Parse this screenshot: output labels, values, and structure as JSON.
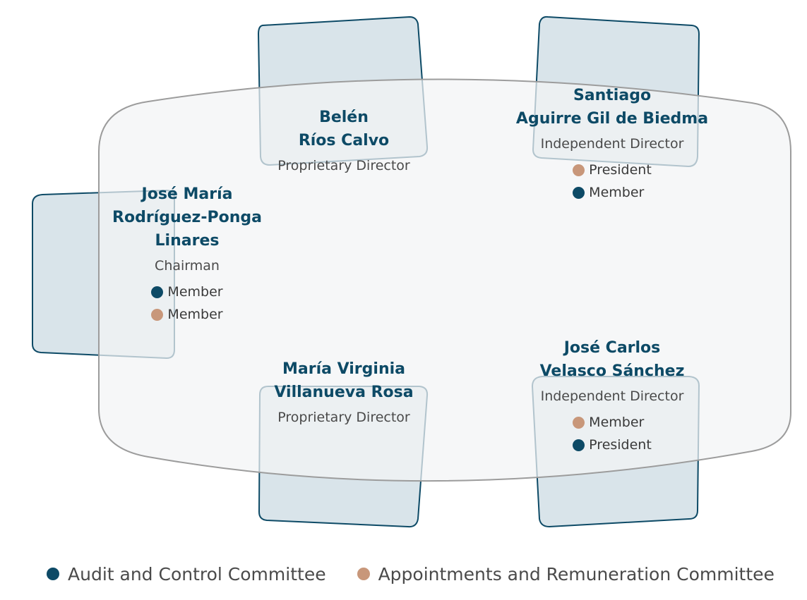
{
  "colors": {
    "audit": "#0d4a66",
    "appointments": "#c8977a",
    "chair_fill": "#d9e4ea",
    "chair_stroke": "#0d4a66",
    "table_fill": "#f2f4f5",
    "table_stroke": "#9c9c9c",
    "name_text": "#0d4a66"
  },
  "directors": [
    {
      "id": "belen",
      "name_lines": [
        "Belén",
        "Ríos Calvo"
      ],
      "role": "Proprietary Director",
      "committees": []
    },
    {
      "id": "santiago",
      "name_lines": [
        "Santiago",
        "Aguirre Gil de Biedma"
      ],
      "role": "Independent Director",
      "committees": [
        {
          "committee": "appointments",
          "label": "President"
        },
        {
          "committee": "audit",
          "label": "Member"
        }
      ]
    },
    {
      "id": "jose-maria",
      "name_lines": [
        "José María",
        "Rodríguez-Ponga",
        "Linares"
      ],
      "role": "Chairman",
      "committees": [
        {
          "committee": "audit",
          "label": "Member"
        },
        {
          "committee": "appointments",
          "label": "Member"
        }
      ]
    },
    {
      "id": "maria-virginia",
      "name_lines": [
        "María Virginia",
        "Villanueva Rosa"
      ],
      "role": "Proprietary Director",
      "committees": []
    },
    {
      "id": "jose-carlos",
      "name_lines": [
        "José Carlos",
        "Velasco Sánchez"
      ],
      "role": "Independent Director",
      "committees": [
        {
          "committee": "appointments",
          "label": "Member"
        },
        {
          "committee": "audit",
          "label": "President"
        }
      ]
    }
  ],
  "legend": [
    {
      "committee": "audit",
      "label": "Audit and Control Committee"
    },
    {
      "committee": "appointments",
      "label": "Appointments and Remuneration Committee"
    }
  ]
}
